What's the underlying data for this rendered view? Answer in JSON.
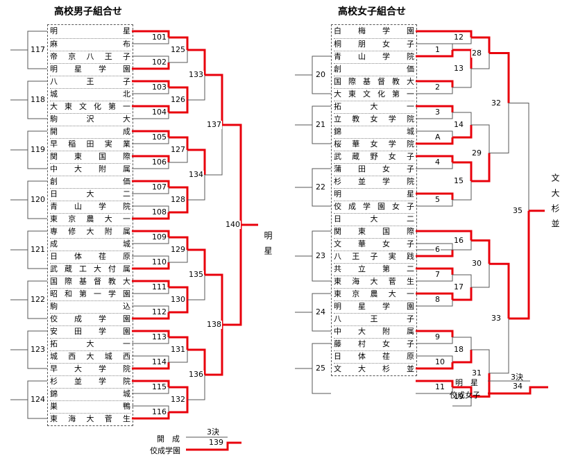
{
  "boys": {
    "title": "高校男子組合せ",
    "teams": [
      "明星",
      "麻布",
      "帝京八王子",
      "明星学園",
      "八王子",
      "城北",
      "大東文化第一",
      "駒沢大",
      "開成",
      "早稲田実業",
      "関東国際",
      "中大附属",
      "創価",
      "日大二",
      "青山学院",
      "東京農大一",
      "専修大附属",
      "成城",
      "日体荏原",
      "武蔵工大付属",
      "国際基督教大",
      "昭和第一学園",
      "駒込",
      "佼成学園",
      "安田学園",
      "拓大一",
      "城西大城西",
      "早大学院",
      "杉並学院",
      "錦城",
      "巣鴨",
      "東海大菅生"
    ],
    "seeds": [
      "117",
      "118",
      "119",
      "120",
      "121",
      "122",
      "123",
      "124"
    ],
    "r1": [
      "101",
      "102",
      "103",
      "104",
      "105",
      "106",
      "107",
      "108",
      "109",
      "110",
      "111",
      "112",
      "113",
      "114",
      "115",
      "116"
    ],
    "r2": [
      "125",
      "126",
      "127",
      "128",
      "129",
      "130",
      "131",
      "132"
    ],
    "r3": [
      "133",
      "134",
      "135",
      "136"
    ],
    "r4": [
      "137",
      "138"
    ],
    "final": "140",
    "champion": "明星",
    "third": {
      "label": "3決",
      "team1": "開　成",
      "team2": "佼成学園",
      "match": "139"
    }
  },
  "girls": {
    "title": "高校女子組合せ",
    "teams": [
      "白梅学園",
      "桐朋女子",
      "青山学院",
      "創価",
      "国際基督教大",
      "大東文化第一",
      "拓大一",
      "立教女学院",
      "錦城",
      "桜華女学院",
      "武蔵野女子",
      "蒲田女子",
      "杉並学院",
      "明星",
      "佼成学園女子",
      "日大二",
      "関東国際",
      "文華女子",
      "八王子実践",
      "共立第二",
      "東海大菅生",
      "東京農大一",
      "明星学園",
      "八王子",
      "中大附属",
      "藤村女子",
      "日体荏原",
      "文大杉並"
    ],
    "seeds": [
      "20",
      "21",
      "22",
      "23",
      "24",
      "25"
    ],
    "r1": [
      "12",
      "1",
      "2",
      "13",
      "3",
      "A",
      "14",
      "4",
      "29",
      "5",
      "15",
      "16",
      "6",
      "30",
      "7",
      "17",
      "8",
      "9",
      "18",
      "10",
      "31",
      "11",
      "19"
    ],
    "r2": [
      "28",
      "32",
      "33"
    ],
    "final": "35",
    "champion": "文大杉並",
    "third": {
      "label": "3決",
      "team1": "明　星",
      "team2": "佼成女子",
      "match": "34"
    }
  }
}
